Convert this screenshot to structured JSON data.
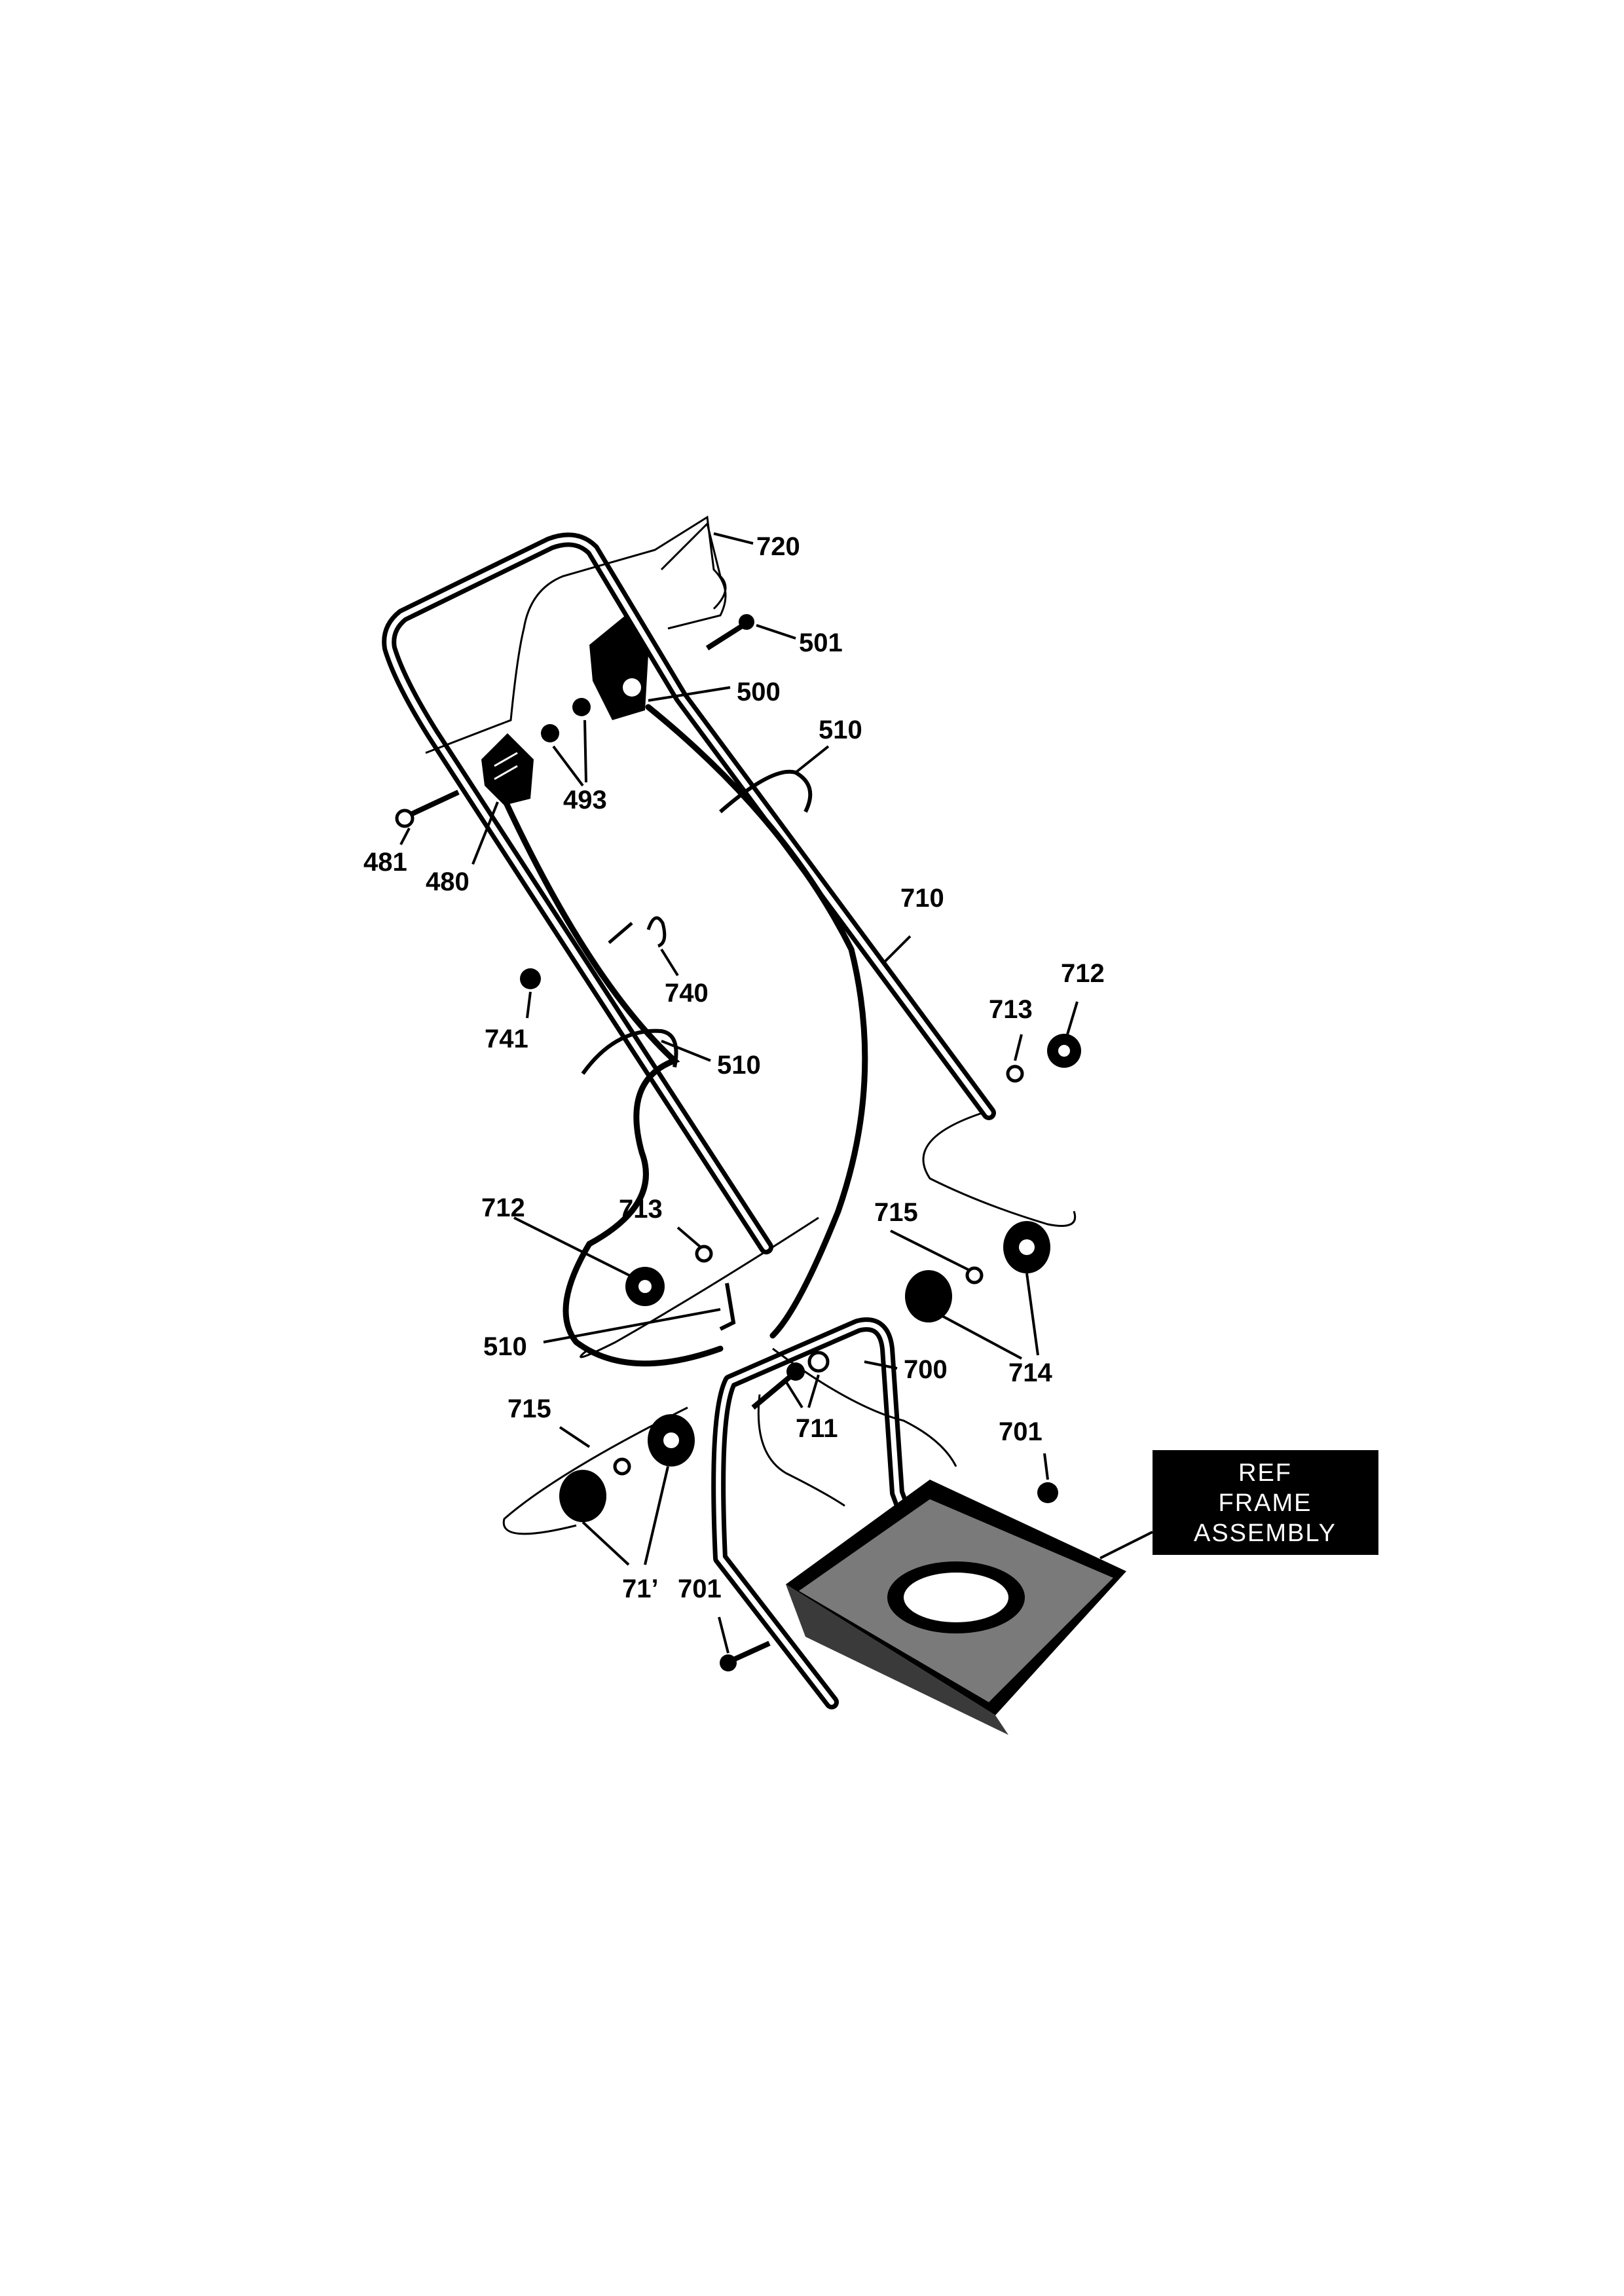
{
  "labels": {
    "p720": "720",
    "p501": "501",
    "p500": "500",
    "p510a": "510",
    "p493": "493",
    "p481": "481",
    "p480": "480",
    "p710": "710",
    "p712a": "712",
    "p713a": "713",
    "p740": "740",
    "p741": "741",
    "p510b": "510",
    "p712b": "712",
    "p713b": "713",
    "p715a": "715",
    "p714a": "714",
    "p510c": "510",
    "p700": "700",
    "p711": "711",
    "p715b": "715",
    "p701a": "701",
    "p714b": "71’",
    "p701b": "701"
  },
  "ref_box": {
    "line1": "REF",
    "line2": "FRAME",
    "line3": "ASSEMBLY"
  }
}
